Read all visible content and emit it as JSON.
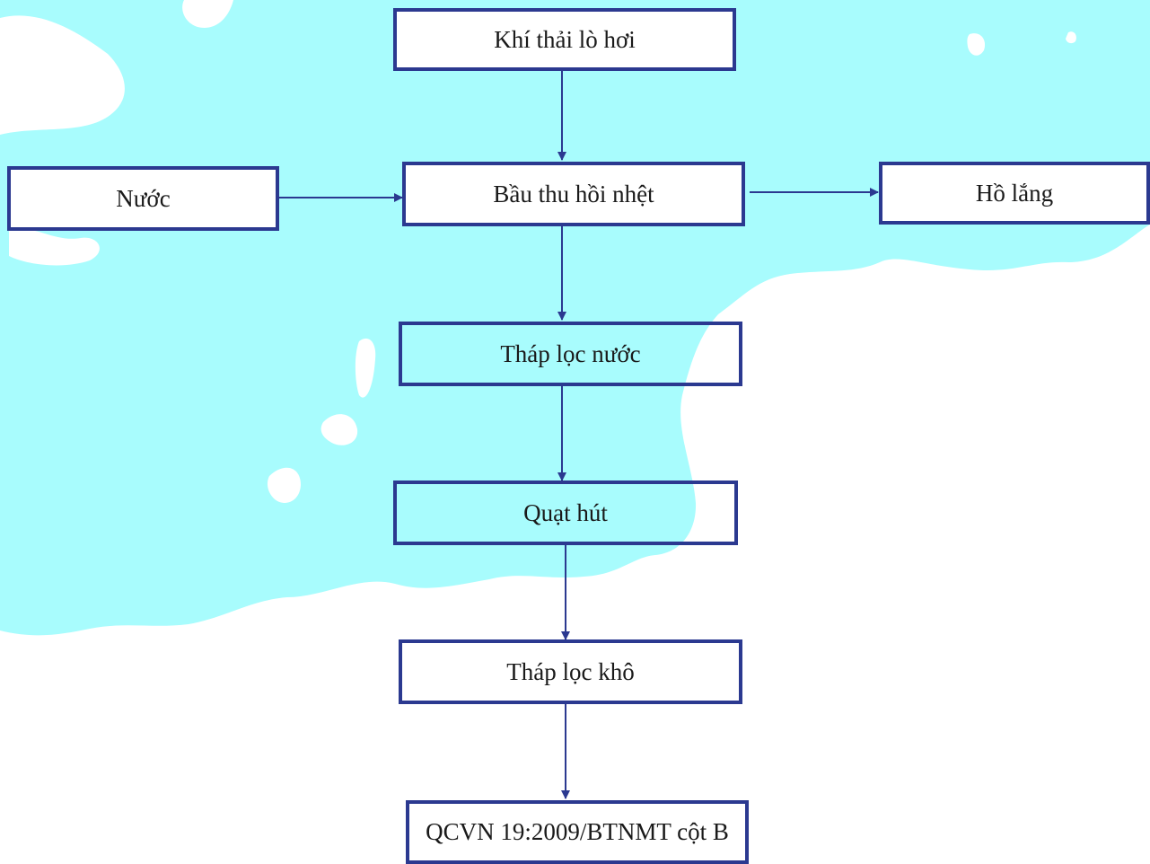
{
  "diagram": {
    "colors": {
      "box_border": "#2b3990",
      "arrow": "#2b3990",
      "background_map": "#a8fcfd",
      "text": "#1a1a1a"
    },
    "nodes": {
      "exhaust": "Khí thải lò hơi",
      "water": "Nước",
      "heat_recovery": "Bầu thu hồi nhệt",
      "settling_pond": "Hồ lắng",
      "water_tower": "Tháp lọc nước",
      "fan": "Quạt hút",
      "dry_tower": "Tháp lọc khô",
      "standard": "QCVN 19:2009/BTNMT cột B"
    },
    "edges": [
      {
        "from": "exhaust",
        "to": "heat_recovery"
      },
      {
        "from": "water",
        "to": "heat_recovery"
      },
      {
        "from": "heat_recovery",
        "to": "settling_pond"
      },
      {
        "from": "heat_recovery",
        "to": "water_tower"
      },
      {
        "from": "water_tower",
        "to": "fan"
      },
      {
        "from": "fan",
        "to": "dry_tower"
      },
      {
        "from": "dry_tower",
        "to": "standard"
      }
    ]
  }
}
